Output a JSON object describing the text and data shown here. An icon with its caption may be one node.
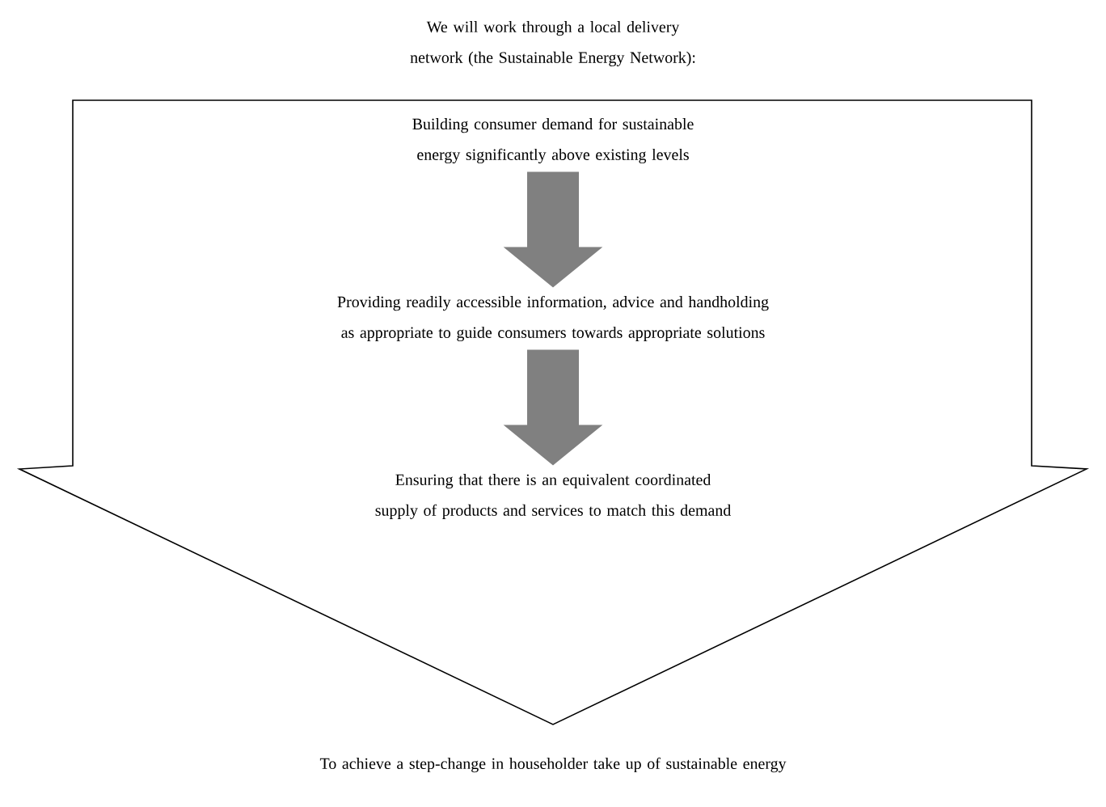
{
  "diagram": {
    "title": "We will work through a local delivery network (the Sustainable Energy Network):",
    "nodes": [
      {
        "text": [],
        "shape": "arrow"
      },
      {
        "text": [
          "Building consumer demand for sustainable energy significantly above existing levels"
        ],
        "in": 0
      },
      {
        "text": [
          "Providing readily accessible information, advice and handholding as appropriate to guide consumers towards appropriate solutions"
        ],
        "in": 0
      },
      {
        "text": [
          "Ensuring that there is an equivalent coordinated supply of products and services to match this demand"
        ],
        "in": 0
      }
    ],
    "edges": [
      {
        "from": 1,
        "to": 2,
        "arrow": "to",
        "color": "#808080"
      },
      {
        "from": 2,
        "to": 3,
        "arrow": "to",
        "color": "#808080"
      }
    ],
    "caption": "To achieve a step-change in householder take up of sustainable energy"
  }
}
